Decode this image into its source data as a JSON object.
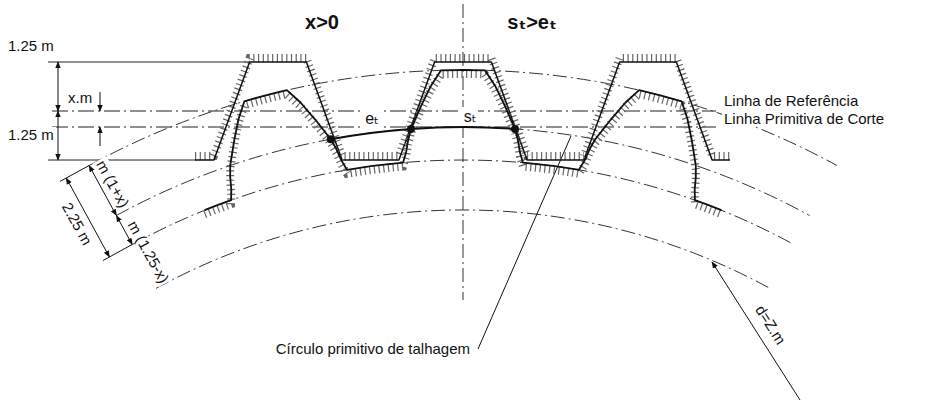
{
  "diagram": {
    "labels": [
      "x>0",
      "sₜ>eₜ",
      "1.25 m",
      "x.m",
      "1.25 m",
      "Linha de Referência",
      "Linha Primitiva de Corte",
      "eₜ",
      "sₜ",
      "m (1+x)",
      "2.25 m",
      "m (1.25-x)",
      "Círculo primitivo de talhagem",
      "d=Z.m"
    ]
  }
}
